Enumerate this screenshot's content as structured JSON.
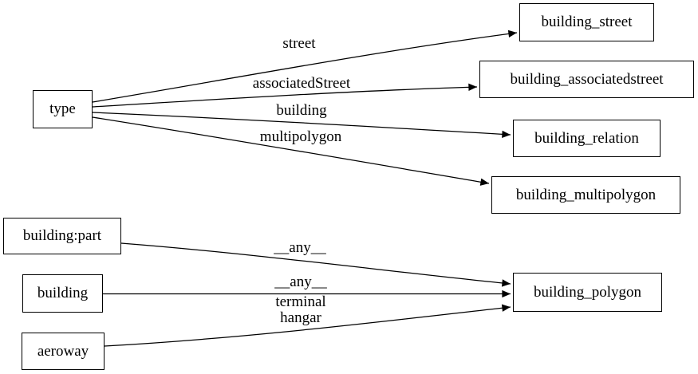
{
  "diagram": {
    "background_color": "#ffffff",
    "stroke_color": "#000000",
    "nodes": [
      {
        "id": "type",
        "label": "type"
      },
      {
        "id": "building:part",
        "label": "building:part"
      },
      {
        "id": "building",
        "label": "building"
      },
      {
        "id": "aeroway",
        "label": "aeroway"
      },
      {
        "id": "building_street",
        "label": "building_street"
      },
      {
        "id": "building_associatedstreet",
        "label": "building_associatedstreet"
      },
      {
        "id": "building_relation",
        "label": "building_relation"
      },
      {
        "id": "building_multipolygon",
        "label": "building_multipolygon"
      },
      {
        "id": "building_polygon",
        "label": "building_polygon"
      }
    ],
    "edges": [
      {
        "from": "type",
        "to": "building_street",
        "label": "street"
      },
      {
        "from": "type",
        "to": "building_associatedstreet",
        "label": "associatedStreet"
      },
      {
        "from": "type",
        "to": "building_relation",
        "label": "building"
      },
      {
        "from": "type",
        "to": "building_multipolygon",
        "label": "multipolygon"
      },
      {
        "from": "building:part",
        "to": "building_polygon",
        "label": "__any__"
      },
      {
        "from": "building",
        "to": "building_polygon",
        "label": "__any__"
      },
      {
        "from": "aeroway",
        "to": "building_polygon",
        "label": "terminal hangar",
        "label_lines": [
          "terminal",
          "hangar"
        ]
      }
    ]
  }
}
